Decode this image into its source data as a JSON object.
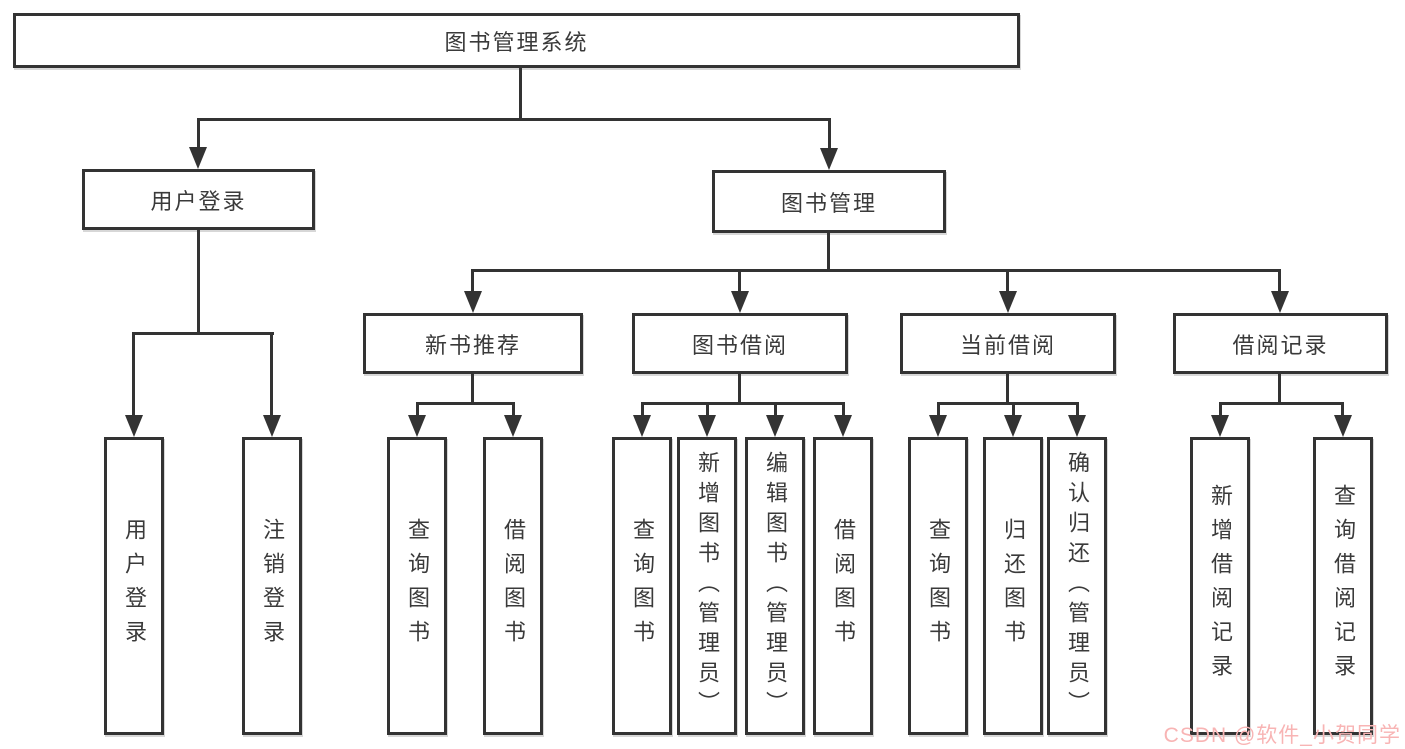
{
  "tree": {
    "root": "图书管理系统",
    "branches": [
      {
        "label": "用户登录",
        "children": [
          "用户登录",
          "注销登录"
        ]
      },
      {
        "label": "图书管理",
        "groups": [
          {
            "label": "新书推荐",
            "children": [
              "查询图书",
              "借阅图书"
            ]
          },
          {
            "label": "图书借阅",
            "children": [
              "查询图书",
              "新增图书（管理员）",
              "编辑图书（管理员）",
              "借阅图书"
            ]
          },
          {
            "label": "当前借阅",
            "children": [
              "查询图书",
              "归还图书",
              "确认归还（管理员）"
            ]
          },
          {
            "label": "借阅记录",
            "children": [
              "新增借阅记录",
              "查询借阅记录"
            ]
          }
        ]
      }
    ]
  },
  "watermark": {
    "text": "CSDN @软件_小贺同学"
  },
  "colors": {
    "line": "#333333",
    "text": "#3a3a3a",
    "watermark": "#f8b4b4",
    "background": "#ffffff"
  }
}
